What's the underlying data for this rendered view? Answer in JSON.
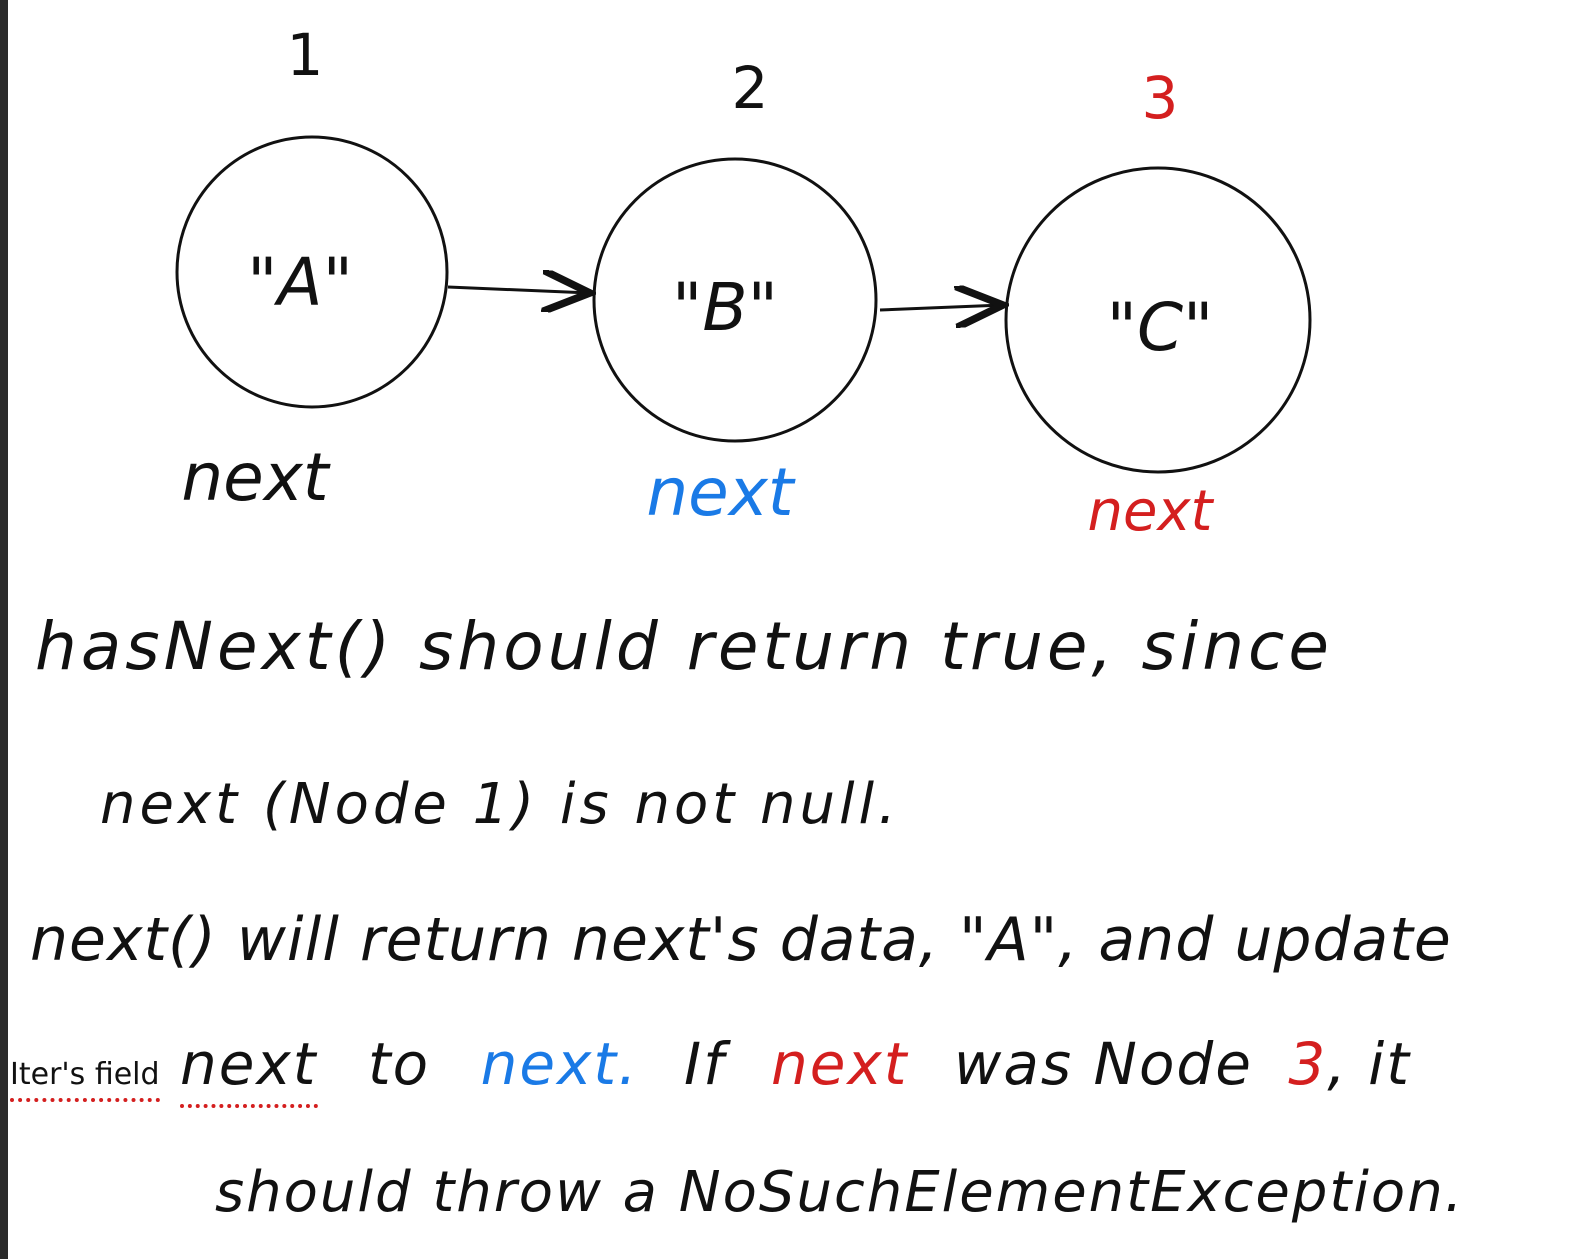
{
  "nodes": [
    {
      "index": "1",
      "data": "\"A\"",
      "next_label": "next",
      "color": "#111111"
    },
    {
      "index": "2",
      "data": "\"B\"",
      "next_label": "next",
      "color": "#1a7ae6"
    },
    {
      "index": "3",
      "data": "\"C\"",
      "next_label": "next",
      "color": "#d41f1f"
    }
  ],
  "notes": {
    "line1": "hasNext() should return true, since",
    "line2": "next (Node 1) is not null.",
    "line3": "next() will return next's data, \"A\", and update",
    "line4": {
      "part1": "Iter's field",
      "part2": "next",
      "part3": "to",
      "part4": "next.",
      "part5": "If",
      "part6": "next",
      "part7": "was Node",
      "part8": "3",
      "part9": ", it"
    },
    "line5": "should throw a NoSuchElementException."
  },
  "colors": {
    "black": "#111111",
    "blue": "#1a7ae6",
    "red": "#d41f1f"
  }
}
